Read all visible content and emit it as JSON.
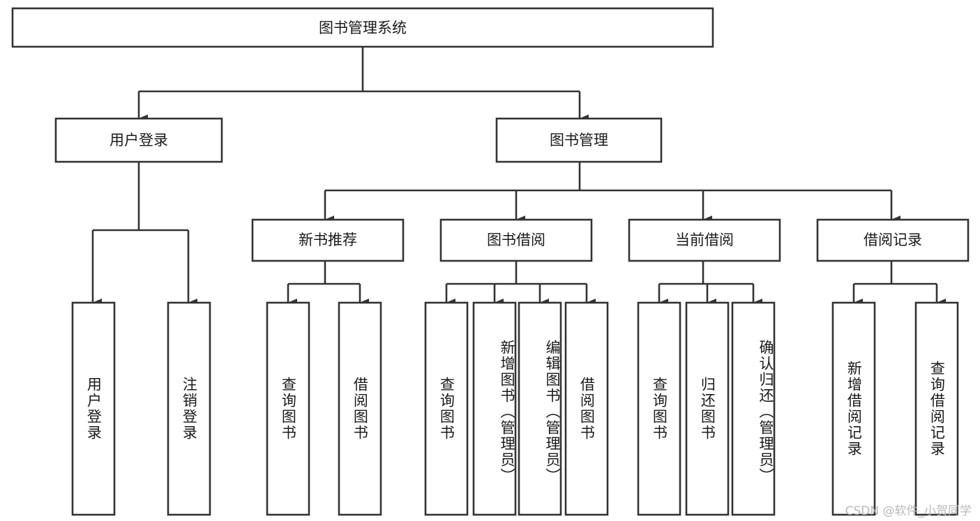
{
  "diagram": {
    "title": "图书管理系统",
    "type": "tree-hierarchy-diagram",
    "colors": {
      "box_fill": "#ffffff",
      "box_stroke": "#333333",
      "text": "#1a1a1a",
      "background": "#ffffff",
      "watermark": "#b9b9b9"
    },
    "root": {
      "label": "图书管理系统"
    },
    "level2": [
      {
        "label": "用户登录"
      },
      {
        "label": "图书管理"
      }
    ],
    "level3": [
      {
        "label": "新书推荐"
      },
      {
        "label": "图书借阅"
      },
      {
        "label": "当前借阅"
      },
      {
        "label": "借阅记录"
      }
    ],
    "leaves_user_login": [
      {
        "label": "用户登录"
      },
      {
        "label": "注销登录"
      }
    ],
    "leaves_new_book": [
      {
        "label": "查询图书"
      },
      {
        "label": "借阅图书"
      }
    ],
    "leaves_borrow": [
      {
        "label": "查询图书"
      },
      {
        "label": "新增图书（管理员）"
      },
      {
        "label": "编辑图书（管理员）"
      },
      {
        "label": "借阅图书"
      }
    ],
    "leaves_current": [
      {
        "label": "查询图书"
      },
      {
        "label": "归还图书"
      },
      {
        "label": "确认归还（管理员）"
      }
    ],
    "leaves_records": [
      {
        "label": "新增借阅记录"
      },
      {
        "label": "查询借阅记录"
      }
    ]
  },
  "watermark": {
    "text": "CSDN @软件_小贺同学"
  }
}
